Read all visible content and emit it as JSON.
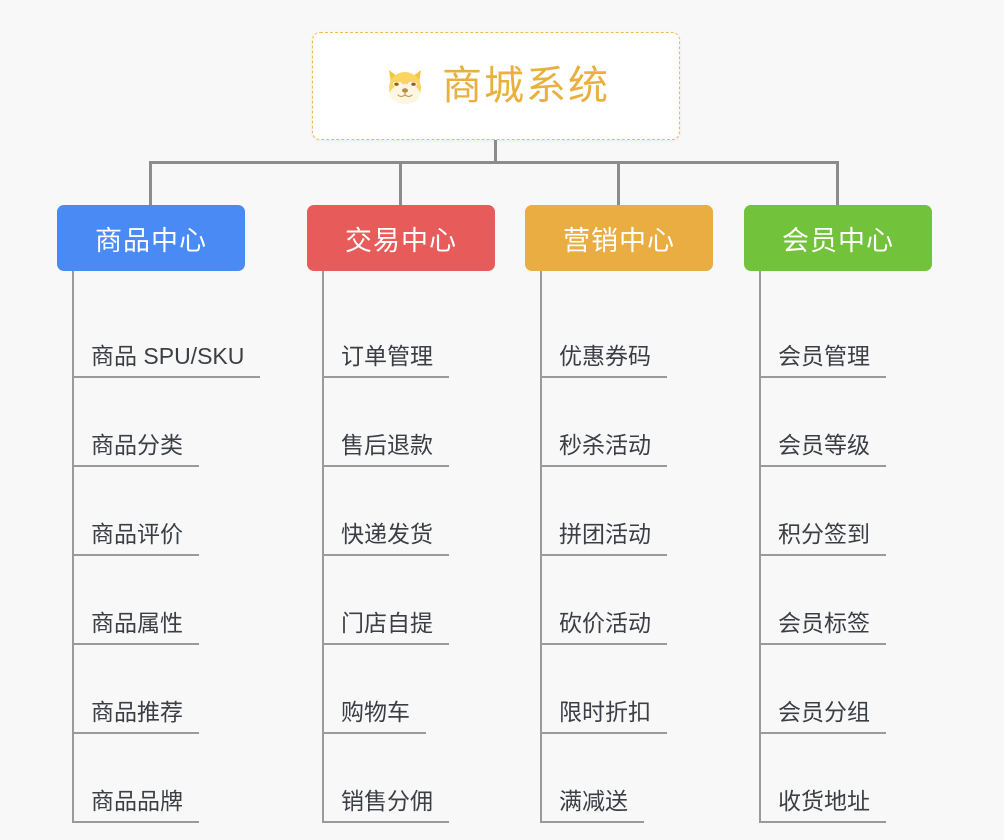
{
  "background_color": "#f8f8f8",
  "root": {
    "title": "商城系统",
    "icon": "shiba-dog-face-icon",
    "icon_glyph": "🐶",
    "text_color": "#eab03f",
    "border_color": "#f0b952",
    "background_color": "#ffffff"
  },
  "connector_color": "#8c8c8c",
  "leaf_line_color": "#9a9a9a",
  "leaf_text_color": "#3b3f45",
  "branches": [
    {
      "id": "product-center",
      "label": "商品中心",
      "color": "#4a8af4",
      "items": [
        "商品 SPU/SKU",
        "商品分类",
        "商品评价",
        "商品属性",
        "商品推荐",
        "商品品牌"
      ]
    },
    {
      "id": "trade-center",
      "label": "交易中心",
      "color": "#e85b5b",
      "items": [
        "订单管理",
        "售后退款",
        "快递发货",
        "门店自提",
        "购物车",
        "销售分佣"
      ]
    },
    {
      "id": "marketing-center",
      "label": "营销中心",
      "color": "#eaad41",
      "items": [
        "优惠券码",
        "秒杀活动",
        "拼团活动",
        "砍价活动",
        "限时折扣",
        "满减送"
      ]
    },
    {
      "id": "member-center",
      "label": "会员中心",
      "color": "#73c23c",
      "items": [
        "会员管理",
        "会员等级",
        "积分签到",
        "会员标签",
        "会员分组",
        "收货地址"
      ]
    }
  ]
}
